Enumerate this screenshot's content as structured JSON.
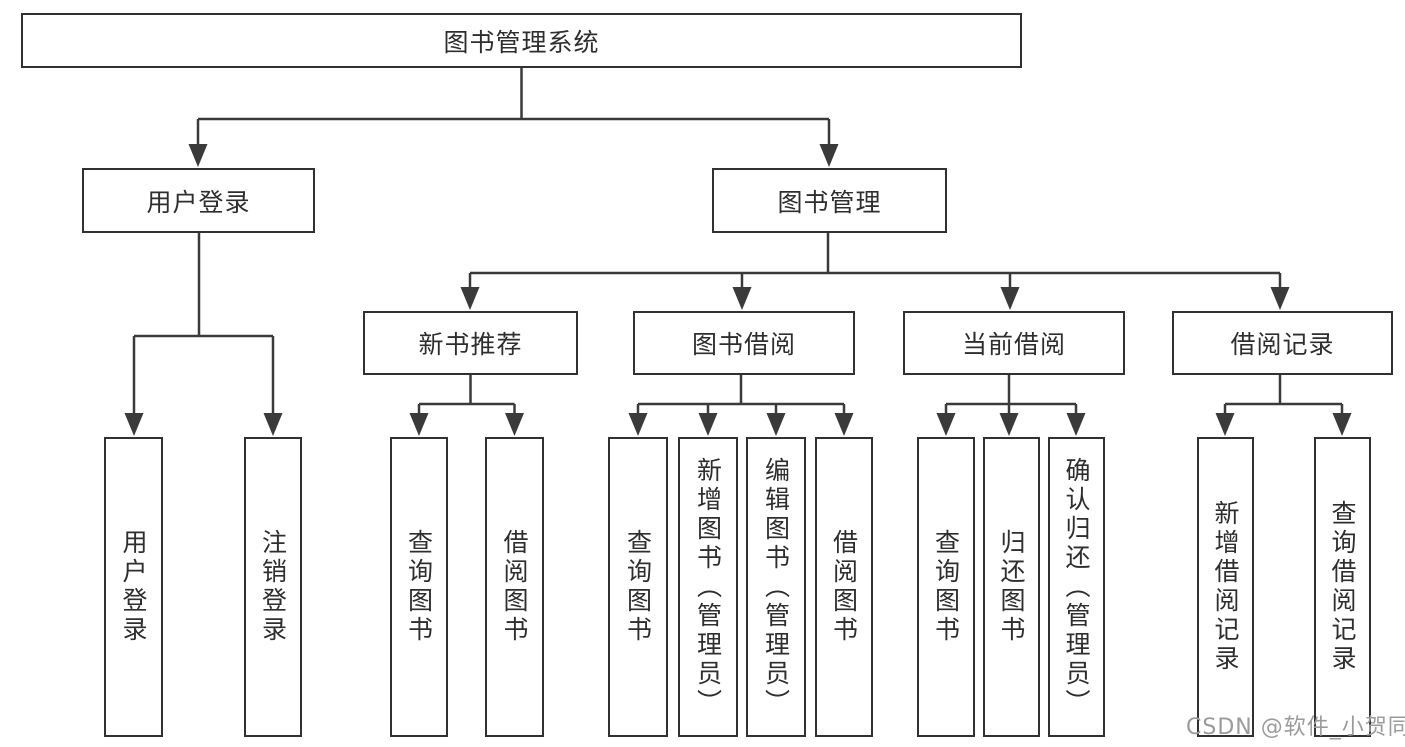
{
  "colors": {
    "background": "#ffffff",
    "line": "#3a3a3a",
    "box_border": "#313131",
    "text": "#2e2e2e",
    "watermark": "#9b9b9b"
  },
  "tree": {
    "root": {
      "label": "图书管理系统"
    },
    "branches": [
      {
        "label": "用户登录",
        "children": [
          {
            "label": "用户登录"
          },
          {
            "label": "注销登录"
          }
        ]
      },
      {
        "label": "图书管理",
        "children": [
          {
            "label": "新书推荐",
            "children": [
              {
                "label": "查询图书"
              },
              {
                "label": "借阅图书"
              }
            ]
          },
          {
            "label": "图书借阅",
            "children": [
              {
                "label": "查询图书"
              },
              {
                "label": "新增图书（管理员）"
              },
              {
                "label": "编辑图书（管理员）"
              },
              {
                "label": "借阅图书"
              }
            ]
          },
          {
            "label": "当前借阅",
            "children": [
              {
                "label": "查询图书"
              },
              {
                "label": "归还图书"
              },
              {
                "label": "确认归还（管理员）"
              }
            ]
          },
          {
            "label": "借阅记录",
            "children": [
              {
                "label": "新增借阅记录"
              },
              {
                "label": "查询借阅记录"
              }
            ]
          }
        ]
      }
    ]
  },
  "watermark": {
    "text": "CSDN @软件_小贺同学"
  }
}
